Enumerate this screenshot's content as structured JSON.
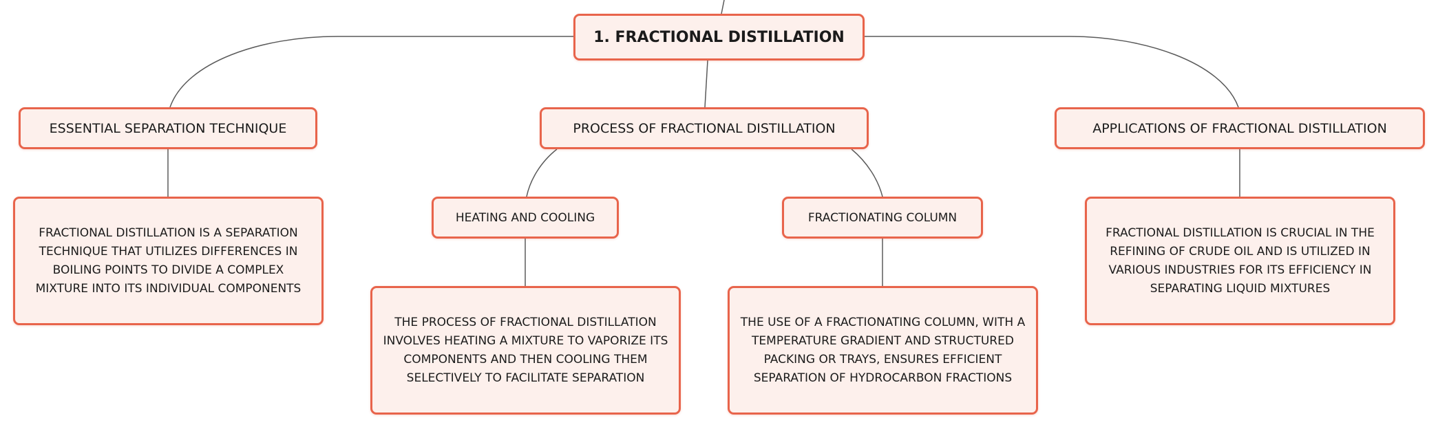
{
  "colors": {
    "border": "#e8644b",
    "fill": "#fdf0ec",
    "connector": "#5a5a5a",
    "text": "#1b1b1b"
  },
  "root": {
    "label": "1. FRACTIONAL DISTILLATION"
  },
  "branches": [
    {
      "label": "ESSENTIAL SEPARATION TECHNIQUE",
      "detail": "FRACTIONAL DISTILLATION IS A SEPARATION TECHNIQUE THAT UTILIZES DIFFERENCES IN BOILING POINTS TO DIVIDE A COMPLEX MIXTURE INTO ITS INDIVIDUAL COMPONENTS"
    },
    {
      "label": "PROCESS OF FRACTIONAL DISTILLATION",
      "children": [
        {
          "label": "HEATING AND COOLING",
          "detail": "THE PROCESS OF FRACTIONAL DISTILLATION INVOLVES HEATING A MIXTURE TO VAPORIZE ITS COMPONENTS AND THEN COOLING THEM SELECTIVELY TO FACILITATE SEPARATION"
        },
        {
          "label": "FRACTIONATING COLUMN",
          "detail": "THE USE OF A FRACTIONATING COLUMN, WITH A TEMPERATURE GRADIENT AND STRUCTURED PACKING OR TRAYS, ENSURES EFFICIENT SEPARATION OF HYDROCARBON FRACTIONS"
        }
      ]
    },
    {
      "label": "APPLICATIONS OF FRACTIONAL DISTILLATION",
      "detail": "FRACTIONAL DISTILLATION IS CRUCIAL IN THE REFINING OF CRUDE OIL AND IS UTILIZED IN VARIOUS INDUSTRIES FOR ITS EFFICIENCY IN SEPARATING LIQUID MIXTURES"
    }
  ]
}
